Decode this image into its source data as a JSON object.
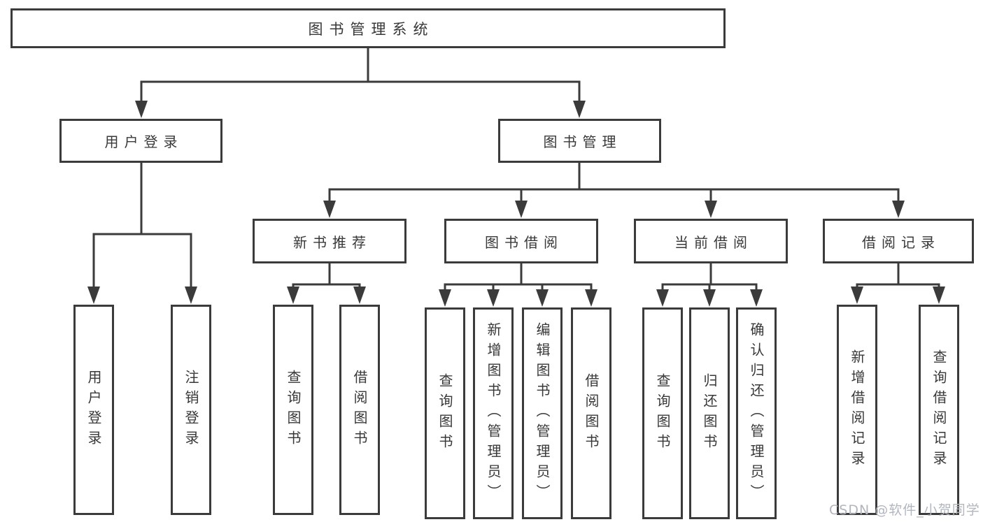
{
  "colors": {
    "line": "#3b3b3b",
    "text": "#383838",
    "watermark": "#b2b6bf",
    "bg": "#ffffff"
  },
  "watermark": {
    "text": "CSDN @软件_小贺同学"
  },
  "tree": {
    "label": "图书管理系统",
    "children": [
      {
        "label": "用户登录",
        "children": [
          {
            "label": "用户登录"
          },
          {
            "label": "注销登录"
          }
        ]
      },
      {
        "label": "图书管理",
        "children": [
          {
            "label": "新书推荐",
            "children": [
              {
                "label": "查询图书"
              },
              {
                "label": "借阅图书"
              }
            ]
          },
          {
            "label": "图书借阅",
            "children": [
              {
                "label": "查询图书"
              },
              {
                "label": "新增图书（管理员）"
              },
              {
                "label": "编辑图书（管理员）"
              },
              {
                "label": "借阅图书"
              }
            ]
          },
          {
            "label": "当前借阅",
            "children": [
              {
                "label": "查询图书"
              },
              {
                "label": "归还图书"
              },
              {
                "label": "确认归还（管理员）"
              }
            ]
          },
          {
            "label": "借阅记录",
            "children": [
              {
                "label": "新增借阅记录"
              },
              {
                "label": "查询借阅记录"
              }
            ]
          }
        ]
      }
    ]
  }
}
